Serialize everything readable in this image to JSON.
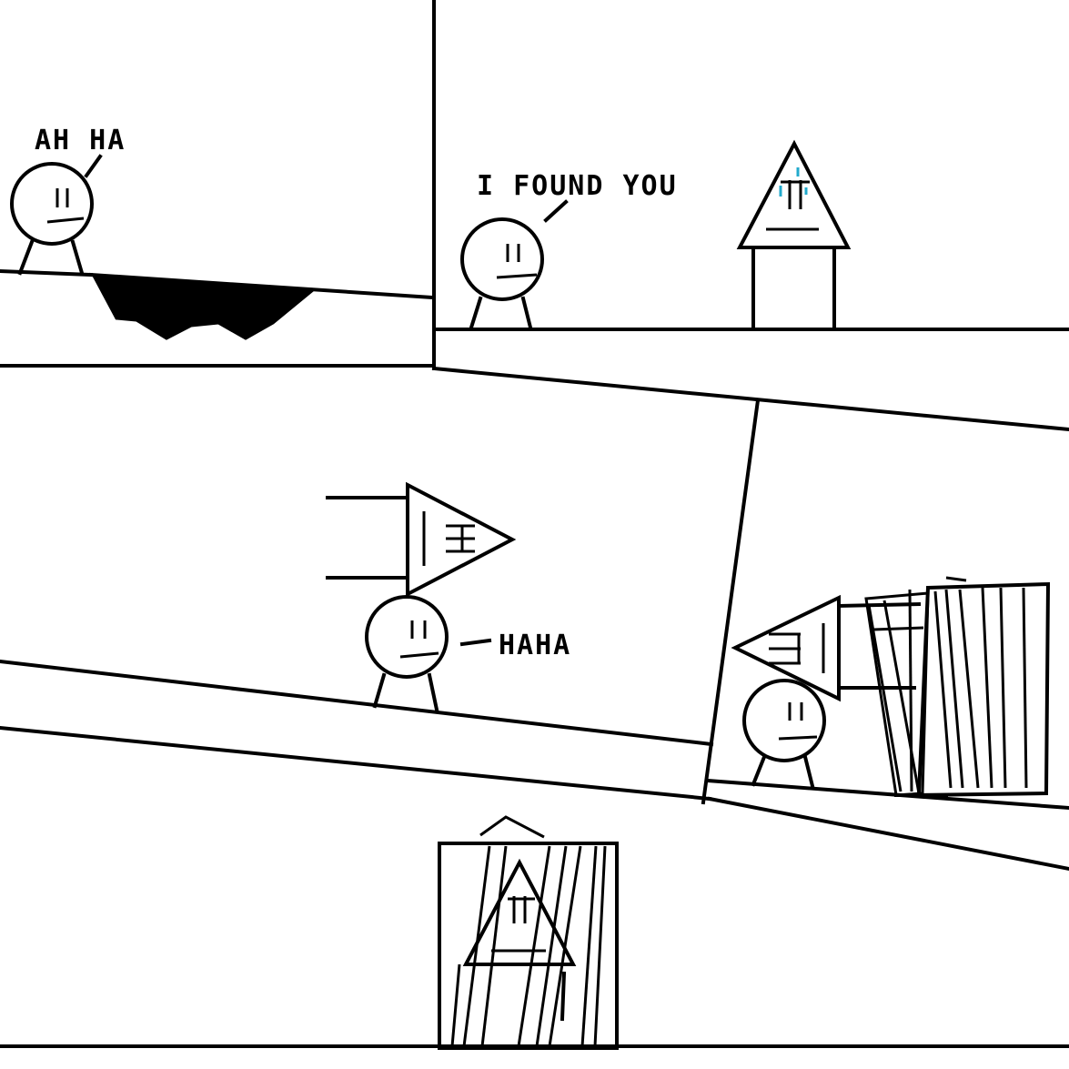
{
  "panels": {
    "panel1": {
      "speech": "AH HA"
    },
    "panel2": {
      "speech": "I FOUND YOU"
    },
    "panel3": {
      "speech": "HAHA"
    }
  },
  "colors": {
    "ink": "#000000",
    "background": "#ffffff",
    "tear": "#22aacc"
  }
}
